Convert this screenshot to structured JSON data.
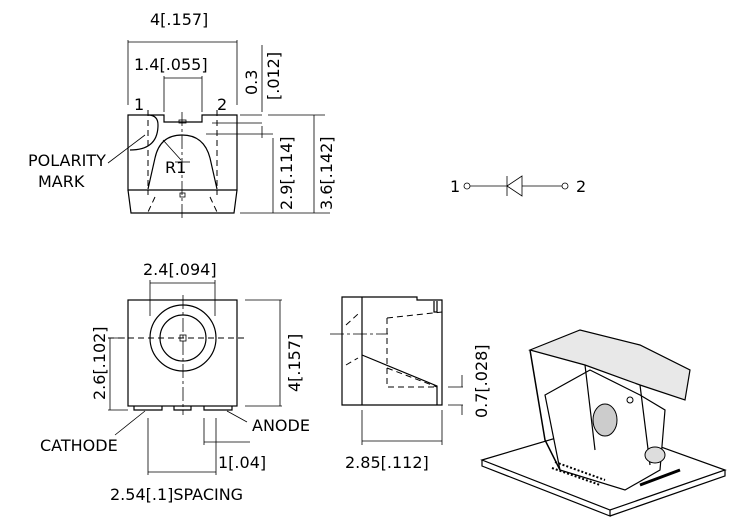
{
  "top_view": {
    "width_dim": "4[.157]",
    "lens_width_dim": "1.4[.055]",
    "pin1_label": "1",
    "pin2_label": "2",
    "offset_dim_mm": "0.3",
    "offset_dim_in": "[.012]",
    "lens_height_dim": "2.9[.114]",
    "total_height_dim": "3.6[.142]",
    "radius_label": "R1",
    "polarity_label_line1": "POLARITY",
    "polarity_label_line2": "MARK"
  },
  "symbol": {
    "pin1": "1",
    "pin2": "2"
  },
  "front_view": {
    "lens_dim": "2.4[.094]",
    "center_dim": "2.6[.102]",
    "height_dim": "4[.157]",
    "cathode_label": "CATHODE",
    "anode_label": "ANODE",
    "pad_dim": "1[.04]",
    "spacing_dim": "2.54[.1]SPACING"
  },
  "side_view": {
    "depth_dim": "2.85[.112]",
    "standoff_dim": "0.7[.028]"
  }
}
